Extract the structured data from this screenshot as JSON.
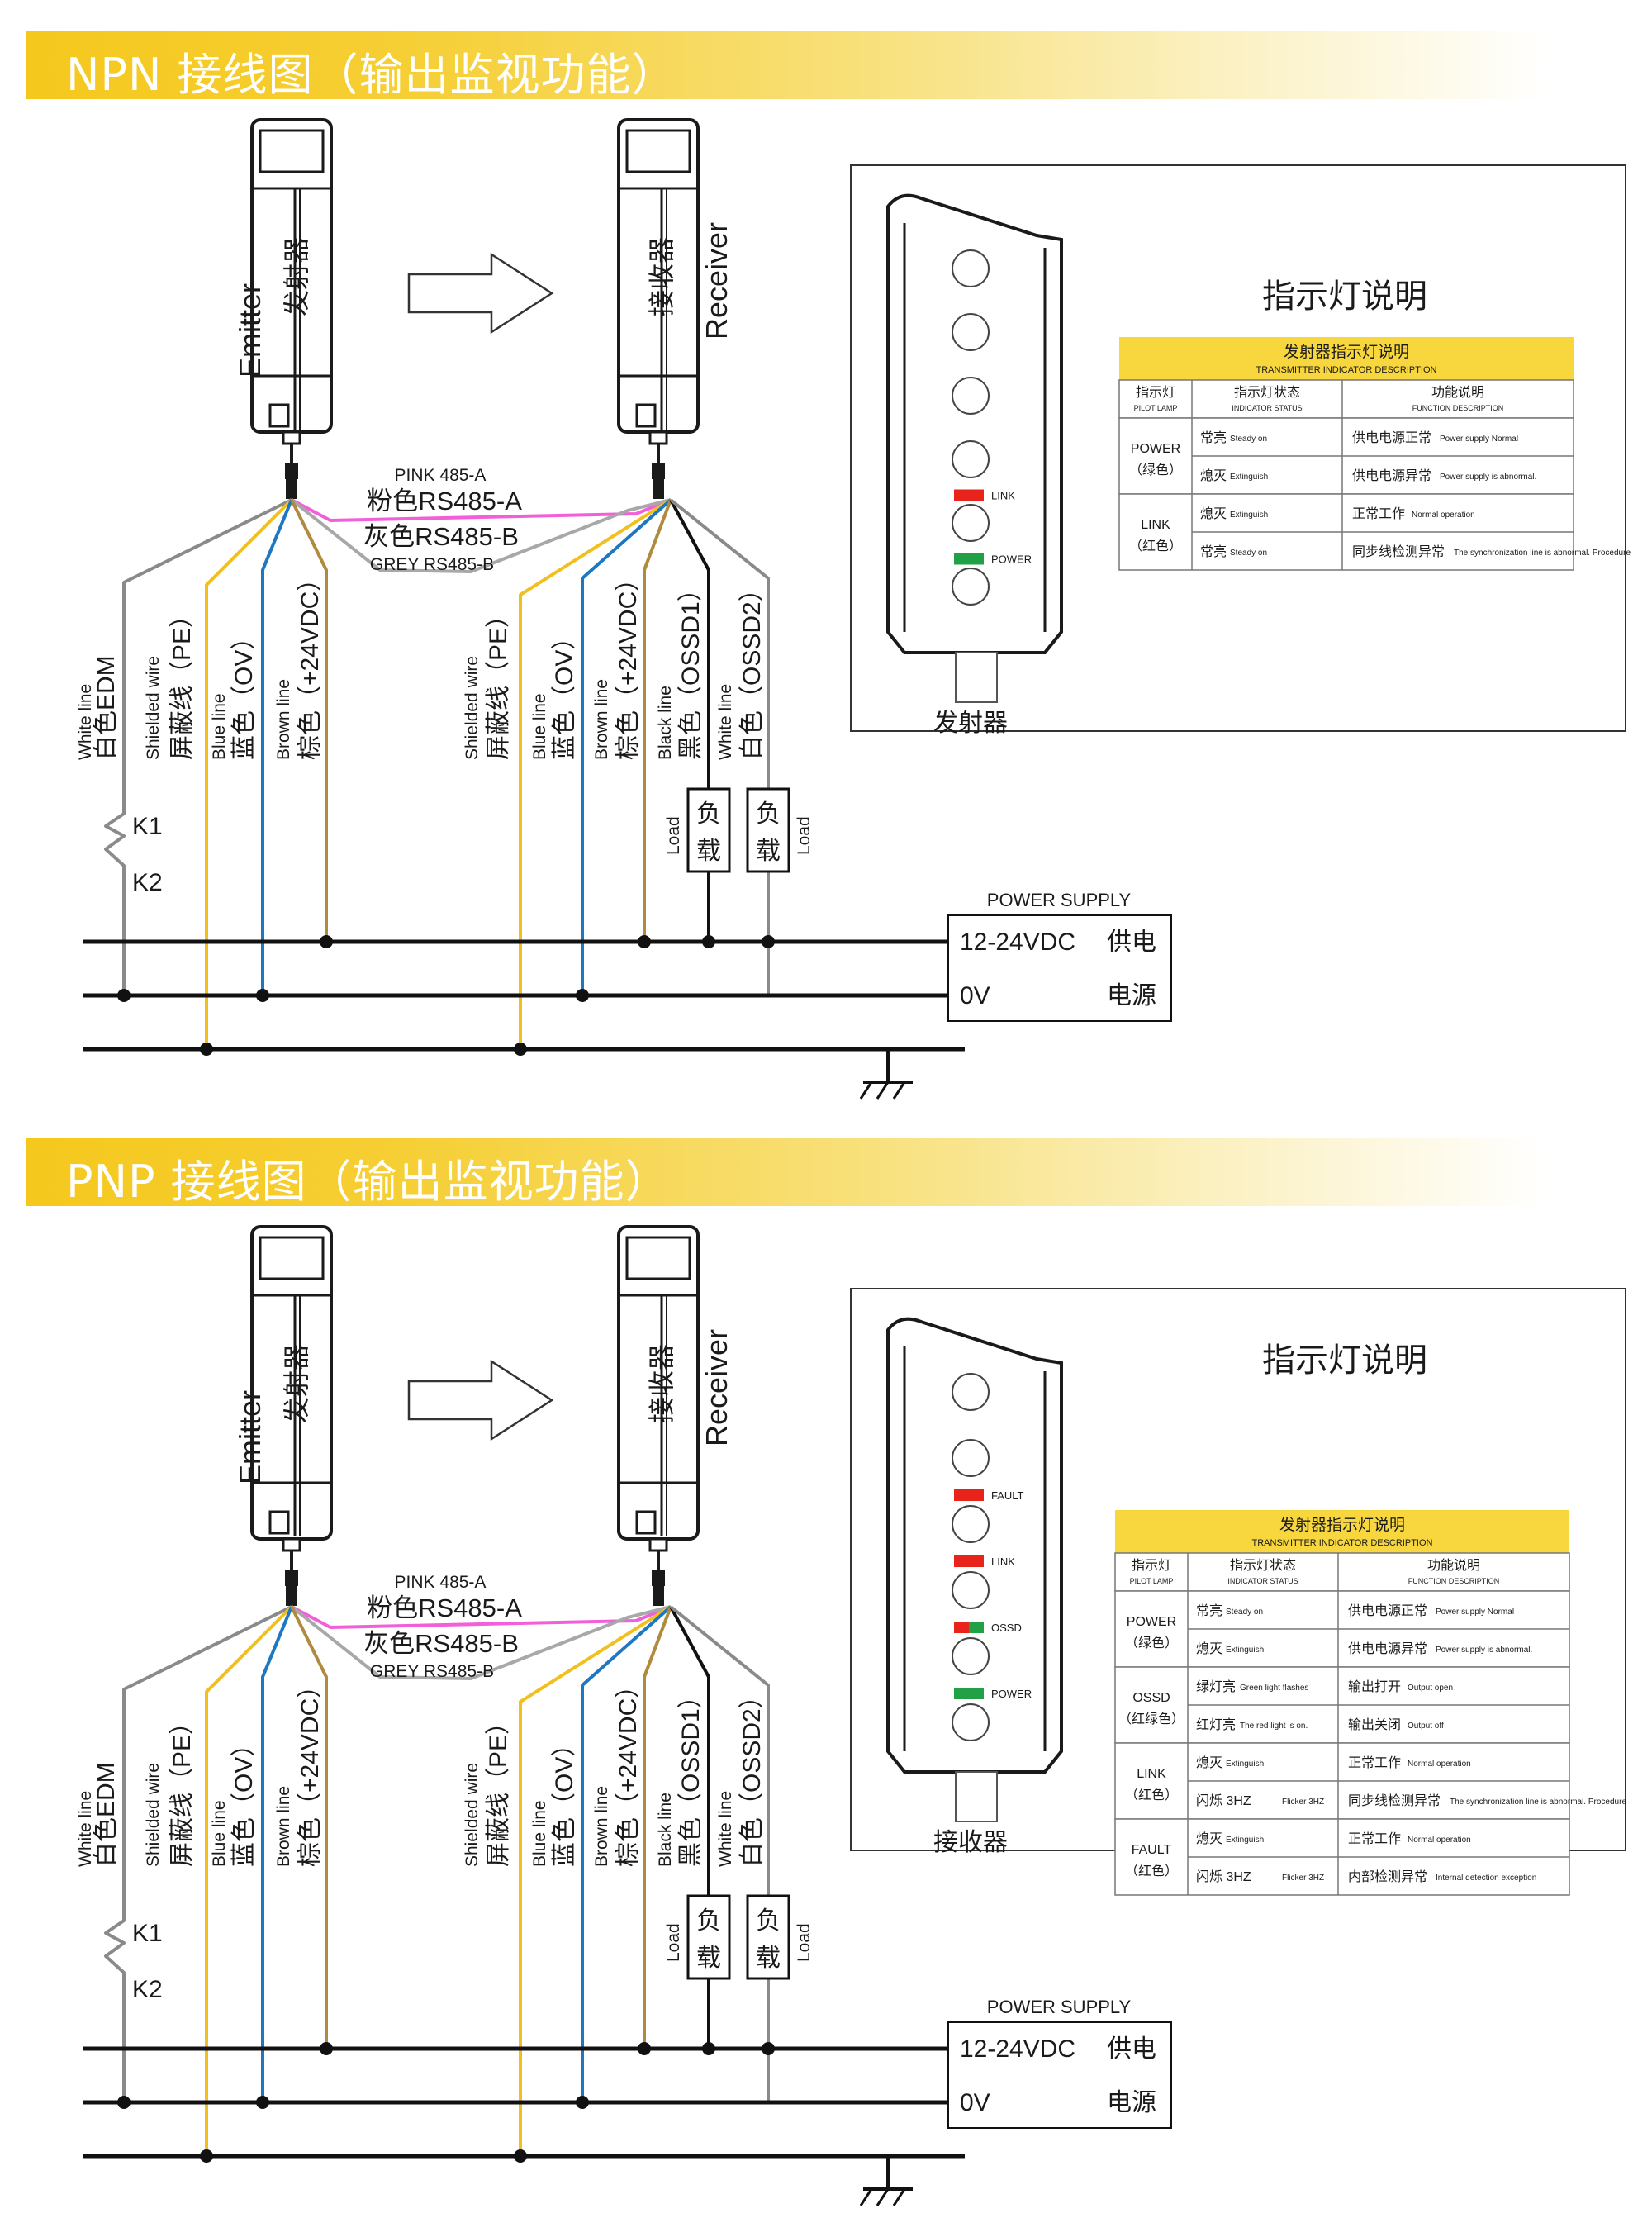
{
  "sections": [
    {
      "id": "npn",
      "title": "NPN 接线图（输出监视功能）",
      "emitter": {
        "en": "Emitter",
        "cn": "发射器"
      },
      "receiver": {
        "cn": "接收器",
        "en": "Receiver"
      },
      "link_labels": {
        "pink_en": "PINK 485-A",
        "pink_cn": "粉色RS485-A",
        "grey_cn": "灰色RS485-B",
        "grey_en": "GREY RS485-B"
      },
      "emitter_wires": [
        {
          "en": "White line",
          "cn": "白色EDM"
        },
        {
          "en": "Shielded wire",
          "cn": "屏蔽线（PE）"
        },
        {
          "en": "Blue line",
          "cn": "蓝色（OV）"
        },
        {
          "en": "Brown line",
          "cn": "棕色（+24VDC）"
        }
      ],
      "receiver_wires": [
        {
          "en": "Shielded wire",
          "cn": "屏蔽线（PE）"
        },
        {
          "en": "Blue line",
          "cn": "蓝色（OV）"
        },
        {
          "en": "Brown line",
          "cn": "棕色（+24VDC）"
        },
        {
          "en": "Black line",
          "cn": "黑色（OSSD1）"
        },
        {
          "en": "White line",
          "cn": "白色（OSSD2）"
        }
      ],
      "switches": [
        "K1",
        "K2"
      ],
      "load": {
        "cn_top": "负",
        "cn_bottom": "载",
        "en": "Load"
      },
      "power_supply": {
        "title": "POWER SUPPLY",
        "v1": "12-24VDC",
        "v2": "0V",
        "c1": "供电",
        "c2": "电源"
      },
      "indicator_panel": {
        "title": "指示灯说明",
        "device": "发射器",
        "leds": [
          {
            "name": "LINK",
            "color": "#e8231b"
          },
          {
            "name": "POWER",
            "color": "#22a045"
          }
        ],
        "table": {
          "title_cn": "发射器指示灯说明",
          "title_en": "TRANSMITTER INDICATOR DESCRIPTION",
          "headers": [
            {
              "cn": "指示灯",
              "en": "PILOT LAMP"
            },
            {
              "cn": "指示灯状态",
              "en": "INDICATOR STATUS"
            },
            {
              "cn": "功能说明",
              "en": "FUNCTION DESCRIPTION"
            }
          ],
          "groups": [
            {
              "lamp": "POWER",
              "lamp_color": "（绿色）",
              "rows": [
                {
                  "status_cn": "常亮",
                  "status_en": "Steady on",
                  "func_cn": "供电电源正常",
                  "func_en": "Power supply Normal"
                },
                {
                  "status_cn": "熄灭",
                  "status_en": "Extinguish",
                  "func_cn": "供电电源异常",
                  "func_en": "Power supply is abnormal."
                }
              ]
            },
            {
              "lamp": "LINK",
              "lamp_color": "（红色）",
              "rows": [
                {
                  "status_cn": "熄灭",
                  "status_en": "Extinguish",
                  "func_cn": "正常工作",
                  "func_en": "Normal operation"
                },
                {
                  "status_cn": "常亮",
                  "status_en": "Steady on",
                  "func_cn": "同步线检测异常",
                  "func_en": "The synchronization line is abnormal. Procedure"
                }
              ]
            }
          ]
        }
      }
    },
    {
      "id": "pnp",
      "title": "PNP 接线图（输出监视功能）",
      "emitter": {
        "en": "Emitter",
        "cn": "发射器"
      },
      "receiver": {
        "cn": "接收器",
        "en": "Receiver"
      },
      "link_labels": {
        "pink_en": "PINK 485-A",
        "pink_cn": "粉色RS485-A",
        "grey_cn": "灰色RS485-B",
        "grey_en": "GREY RS485-B"
      },
      "emitter_wires": [
        {
          "en": "White line",
          "cn": "白色EDM"
        },
        {
          "en": "Shielded wire",
          "cn": "屏蔽线（PE）"
        },
        {
          "en": "Blue line",
          "cn": "蓝色（OV）"
        },
        {
          "en": "Brown line",
          "cn": "棕色（+24VDC）"
        }
      ],
      "receiver_wires": [
        {
          "en": "Shielded wire",
          "cn": "屏蔽线（PE）"
        },
        {
          "en": "Blue line",
          "cn": "蓝色（OV）"
        },
        {
          "en": "Brown line",
          "cn": "棕色（+24VDC）"
        },
        {
          "en": "Black line",
          "cn": "黑色（OSSD1）"
        },
        {
          "en": "White line",
          "cn": "白色（OSSD2）"
        }
      ],
      "switches": [
        "K1",
        "K2"
      ],
      "load": {
        "cn_top": "负",
        "cn_bottom": "载",
        "en": "Load"
      },
      "power_supply": {
        "title": "POWER SUPPLY",
        "v1": "12-24VDC",
        "v2": "0V",
        "c1": "供电",
        "c2": "电源"
      },
      "indicator_panel": {
        "title": "指示灯说明",
        "device": "接收器",
        "leds": [
          {
            "name": "FAULT",
            "color": "#e8231b"
          },
          {
            "name": "LINK",
            "color": "#e8231b"
          },
          {
            "name": "OSSD",
            "color": "split"
          },
          {
            "name": "POWER",
            "color": "#22a045"
          }
        ],
        "table": {
          "title_cn": "发射器指示灯说明",
          "title_en": "TRANSMITTER INDICATOR DESCRIPTION",
          "headers": [
            {
              "cn": "指示灯",
              "en": "PILOT LAMP"
            },
            {
              "cn": "指示灯状态",
              "en": "INDICATOR STATUS"
            },
            {
              "cn": "功能说明",
              "en": "FUNCTION DESCRIPTION"
            }
          ],
          "groups": [
            {
              "lamp": "POWER",
              "lamp_color": "（绿色）",
              "rows": [
                {
                  "status_cn": "常亮",
                  "status_en": "Steady on",
                  "func_cn": "供电电源正常",
                  "func_en": "Power supply Normal"
                },
                {
                  "status_cn": "熄灭",
                  "status_en": "Extinguish",
                  "func_cn": "供电电源异常",
                  "func_en": "Power supply is abnormal."
                }
              ]
            },
            {
              "lamp": "OSSD",
              "lamp_color": "（红绿色）",
              "rows": [
                {
                  "status_cn": "绿灯亮",
                  "status_en": "Green light flashes",
                  "func_cn": "输出打开",
                  "func_en": "Output open"
                },
                {
                  "status_cn": "红灯亮",
                  "status_en": "The red light is on.",
                  "func_cn": "输出关闭",
                  "func_en": "Output off"
                }
              ]
            },
            {
              "lamp": "LINK",
              "lamp_color": "（红色）",
              "rows": [
                {
                  "status_cn": "熄灭",
                  "status_en": "Extinguish",
                  "func_cn": "正常工作",
                  "func_en": "Normal operation"
                },
                {
                  "status_cn": "闪烁 3HZ",
                  "status_en": "Flicker 3HZ",
                  "func_cn": "同步线检测异常",
                  "func_en": "The synchronization line is abnormal. Procedure"
                }
              ]
            },
            {
              "lamp": "FAULT",
              "lamp_color": "（红色）",
              "rows": [
                {
                  "status_cn": "熄灭",
                  "status_en": "Extinguish",
                  "func_cn": "正常工作",
                  "func_en": "Normal operation"
                },
                {
                  "status_cn": "闪烁 3HZ",
                  "status_en": "Flicker 3HZ",
                  "func_cn": "内部检测异常",
                  "func_en": "Internal detection exception"
                }
              ]
            }
          ]
        }
      }
    }
  ],
  "colors": {
    "banner": "#f5c81d",
    "brown": "#b08a3e",
    "blue": "#1d78c1",
    "yellow": "#f2c01e",
    "pink": "#f25fd9",
    "grey": "#a8a8a8",
    "black": "#111111",
    "table_header": "#f7d63e"
  }
}
